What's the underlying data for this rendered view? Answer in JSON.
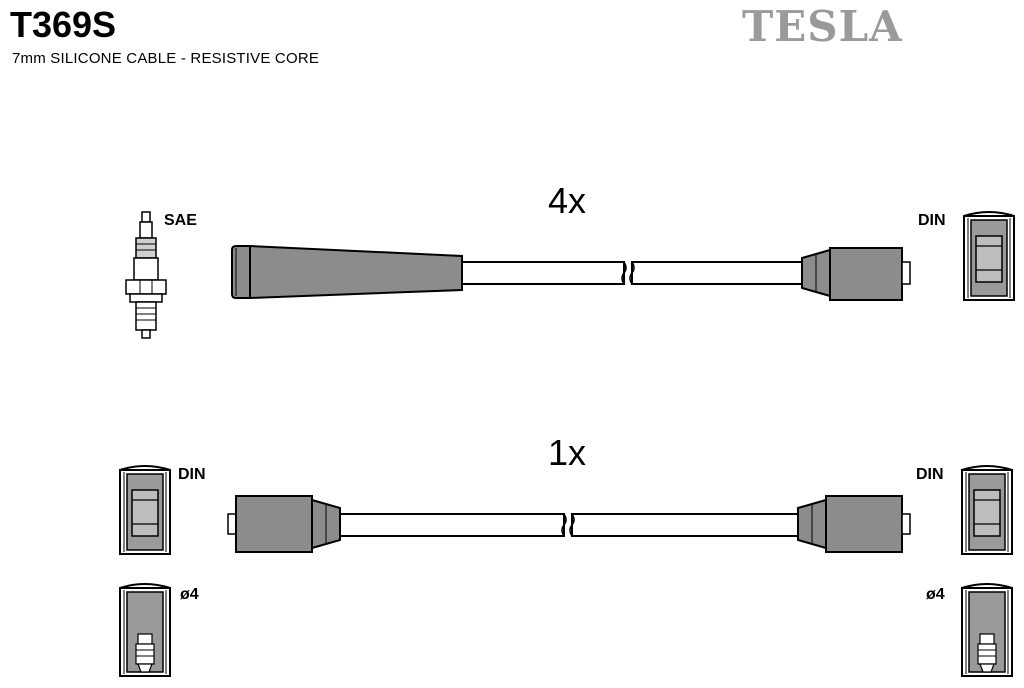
{
  "header": {
    "part_number": "T369S",
    "description": "7mm SILICONE CABLE - RESISTIVE CORE",
    "brand": "TESLA"
  },
  "leads": [
    {
      "quantity": "4x",
      "left_terminal": "SAE",
      "right_terminal": "DIN"
    },
    {
      "quantity": "1x",
      "left_terminal": "DIN",
      "right_terminal": "DIN",
      "left_terminal_alt": "ø4",
      "right_terminal_alt": "ø4"
    }
  ],
  "colors": {
    "cable_fill": "#ffffff",
    "boot_fill": "#8c8c8c",
    "stroke": "#000000",
    "brand_gray": "#9a9a9a"
  }
}
